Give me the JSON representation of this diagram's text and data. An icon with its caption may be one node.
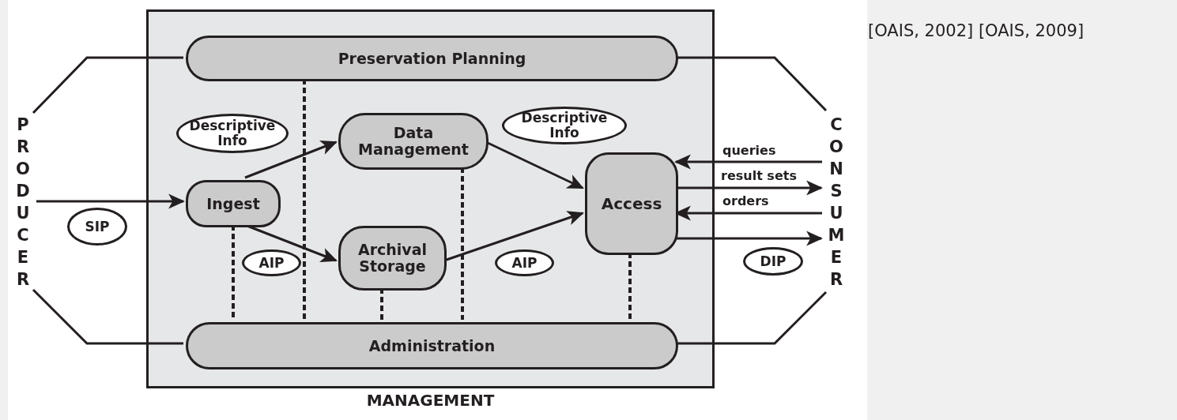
{
  "diagram": {
    "nodes": [
      {
        "text": [
          "PRODUCER"
        ]
      },
      {
        "text": [
          "MANAGEMENT"
        ]
      },
      {
        "text": [
          "Preservation Planning"
        ],
        "in": 1
      },
      {
        "text": [
          "Descriptive Info"
        ],
        "in": 1
      },
      {
        "text": [
          "Data Management"
        ],
        "in": 1
      },
      {
        "text": [
          "Descriptive Info"
        ],
        "in": 1
      },
      {
        "text": [
          "Ingest"
        ],
        "in": 1
      },
      {
        "text": [
          "Access"
        ],
        "in": 1
      },
      {
        "text": [
          "SIP"
        ]
      },
      {
        "text": [
          "AIP"
        ],
        "in": 1
      },
      {
        "text": [
          "Archival Storage"
        ],
        "in": 1
      },
      {
        "text": [
          "AIP"
        ],
        "in": 1
      },
      {
        "text": [
          "DIP"
        ]
      },
      {
        "text": [
          "Administration"
        ],
        "in": 1
      },
      {
        "text": [
          "CONSUMER"
        ]
      }
    ],
    "edges": [
      {
        "from": 0,
        "to": 2,
        "arrow": "none"
      },
      {
        "from": 0,
        "to": 13,
        "arrow": "none"
      },
      {
        "from": 0,
        "to": 6,
        "arrow": "to"
      },
      {
        "from": 6,
        "to": 4,
        "arrow": "to"
      },
      {
        "from": 6,
        "to": 10,
        "arrow": "to"
      },
      {
        "from": 4,
        "to": 7,
        "arrow": "to"
      },
      {
        "from": 10,
        "to": 7,
        "arrow": "to"
      },
      {
        "from": 14,
        "to": 7,
        "arrow": "to",
        "label": "queries"
      },
      {
        "from": 7,
        "to": 14,
        "arrow": "to",
        "label": "result sets"
      },
      {
        "from": 14,
        "to": 7,
        "arrow": "to",
        "label": "orders"
      },
      {
        "from": 7,
        "to": 14,
        "arrow": "to"
      },
      {
        "from": 2,
        "to": 14,
        "arrow": "none"
      },
      {
        "from": 13,
        "to": 14,
        "arrow": "none"
      },
      {
        "from": 2,
        "to": 13,
        "arrow": "none",
        "style": "dashed"
      },
      {
        "from": 6,
        "to": 13,
        "arrow": "none",
        "style": "dashed"
      },
      {
        "from": 10,
        "to": 13,
        "arrow": "none",
        "style": "dashed"
      },
      {
        "from": 4,
        "to": 13,
        "arrow": "none",
        "style": "dashed"
      },
      {
        "from": 7,
        "to": 13,
        "arrow": "none",
        "style": "dashed"
      }
    ],
    "labels": [
      "[OAIS, 2002] [OAIS, 2009]"
    ]
  }
}
